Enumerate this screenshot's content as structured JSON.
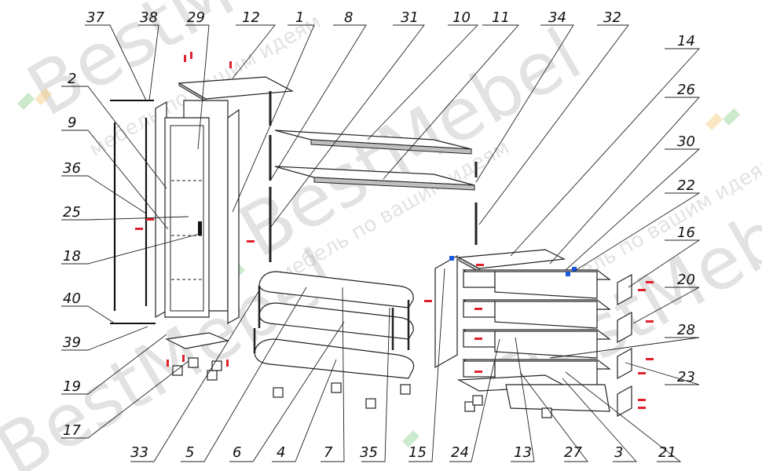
{
  "watermark": {
    "brand": "BestMebel",
    "slogan": "мебель по вашим идеям"
  },
  "callouts": [
    {
      "number": "37"
    },
    {
      "number": "38"
    },
    {
      "number": "29"
    },
    {
      "number": "12"
    },
    {
      "number": "1"
    },
    {
      "number": "8"
    },
    {
      "number": "31"
    },
    {
      "number": "10"
    },
    {
      "number": "11"
    },
    {
      "number": "34"
    },
    {
      "number": "32"
    },
    {
      "number": "14"
    },
    {
      "number": "26"
    },
    {
      "number": "30"
    },
    {
      "number": "22"
    },
    {
      "number": "16"
    },
    {
      "number": "20"
    },
    {
      "number": "28"
    },
    {
      "number": "23"
    },
    {
      "number": "2"
    },
    {
      "number": "9"
    },
    {
      "number": "36"
    },
    {
      "number": "25"
    },
    {
      "number": "18"
    },
    {
      "number": "40"
    },
    {
      "number": "39"
    },
    {
      "number": "19"
    },
    {
      "number": "17"
    },
    {
      "number": "33"
    },
    {
      "number": "5"
    },
    {
      "number": "6"
    },
    {
      "number": "4"
    },
    {
      "number": "7"
    },
    {
      "number": "35"
    },
    {
      "number": "15"
    },
    {
      "number": "24"
    },
    {
      "number": "13"
    },
    {
      "number": "27"
    },
    {
      "number": "3"
    },
    {
      "number": "21"
    }
  ]
}
